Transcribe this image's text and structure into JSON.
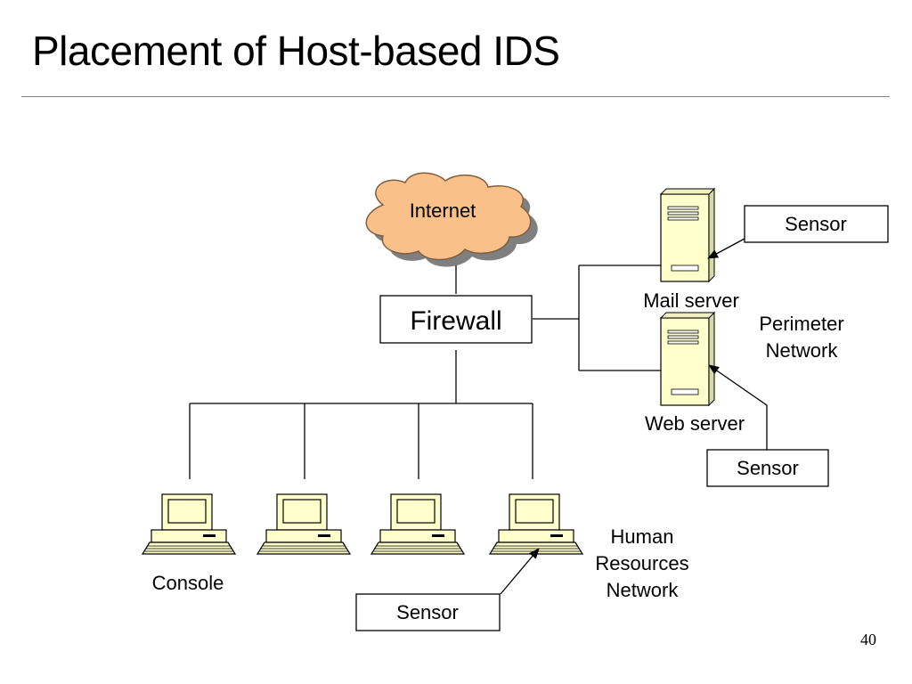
{
  "slide": {
    "title": "Placement of Host-based IDS",
    "page_number": "40"
  },
  "diagram": {
    "internet_label": "Internet",
    "firewall_label": "Firewall",
    "mail_server_label": "Mail server",
    "web_server_label": "Web server",
    "perimeter_network_label": [
      "Perimeter",
      "Network"
    ],
    "console_label": "Console",
    "hr_network_label": [
      "Human",
      "Resources",
      "Network"
    ],
    "sensor_labels": [
      "Sensor",
      "Sensor",
      "Sensor"
    ],
    "colors": {
      "cloud_fill": "#f9c08a",
      "cloud_shadow": "#7f7f7f",
      "device_fill": "#ffffcc",
      "line": "#000000"
    }
  }
}
